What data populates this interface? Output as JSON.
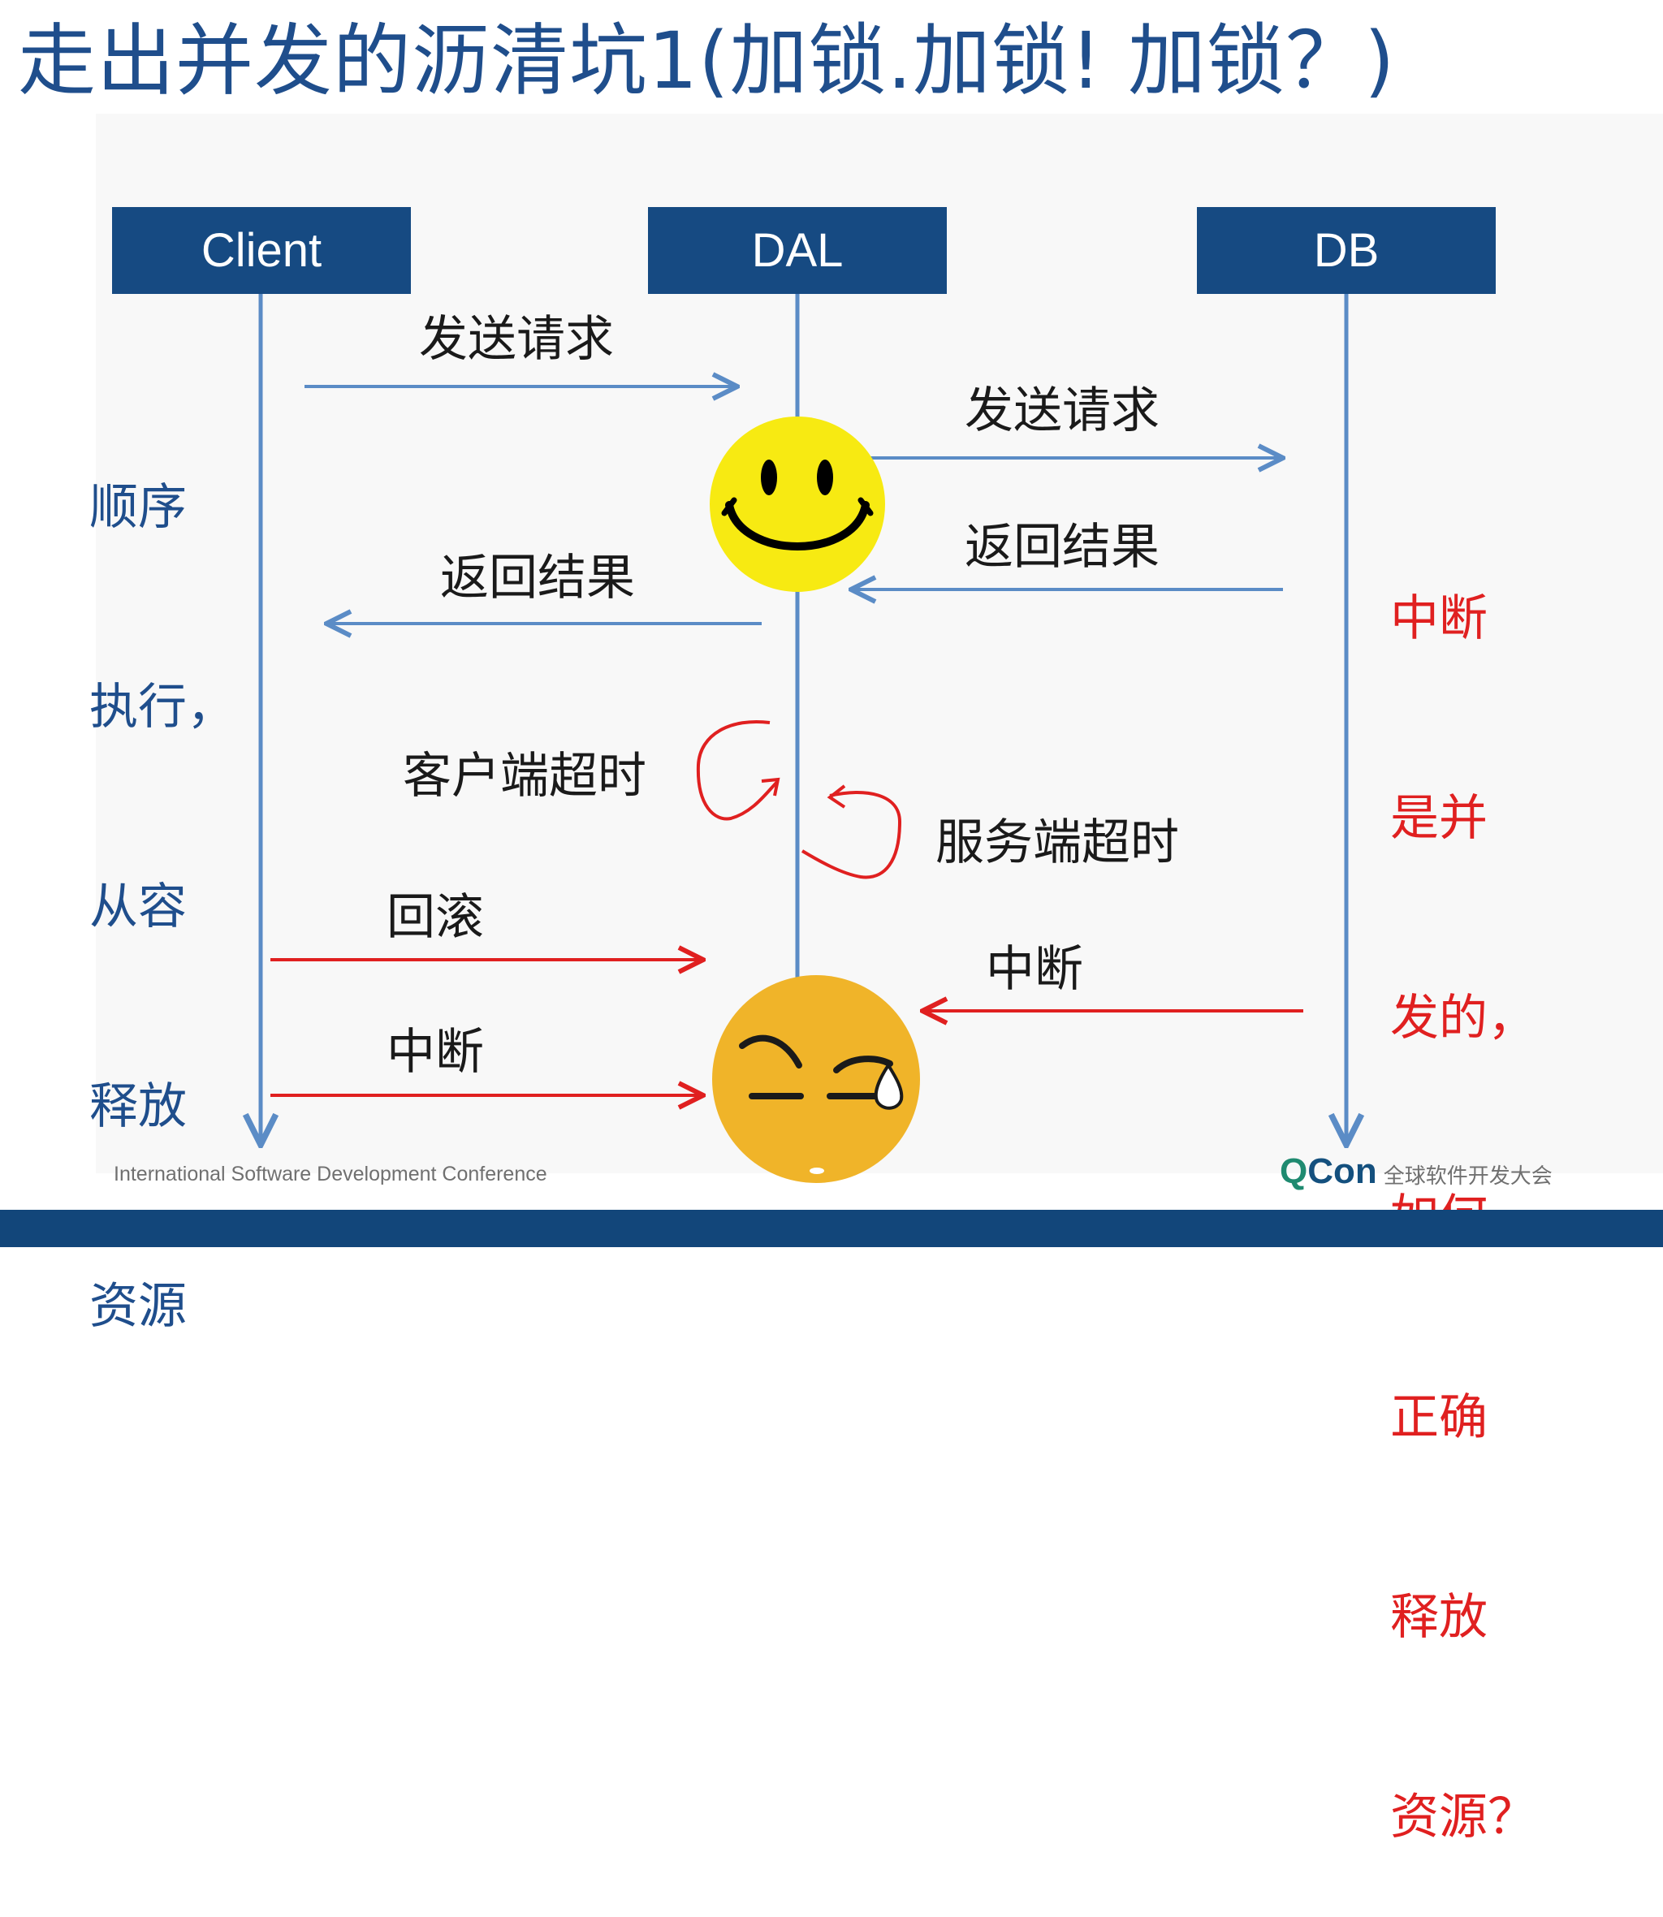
{
  "title": "走出并发的沥清坑1(加锁.加锁! 加锁？)",
  "participants": [
    "Client",
    "DAL",
    "DB"
  ],
  "messages": {
    "client_send": "发送请求",
    "dal_send": "发送请求",
    "db_return": "返回结果",
    "dal_return": "返回结果",
    "client_timeout": "客户端超时",
    "server_timeout": "服务端超时",
    "rollback": "回滚",
    "client_interrupt": "中断",
    "db_interrupt": "中断"
  },
  "notes": {
    "left": [
      "顺序",
      "执行，",
      "从容",
      "释放",
      "资源"
    ],
    "right": [
      "中断",
      "是并",
      "发的，",
      "如何",
      "正确",
      "释放",
      "资源？"
    ]
  },
  "footer": {
    "conference": "International Software Development Conference",
    "brand_q": "Q",
    "brand_con": "Con",
    "brand_sub": "全球软件开发大会"
  },
  "colors": {
    "title": "#1f4e8c",
    "header_box": "#164a82",
    "lifeline": "#5b8cc6",
    "arrow_normal": "#5b8cc6",
    "arrow_error": "#e02020",
    "note_left": "#1f4e8c",
    "note_right": "#e02020",
    "happy_face": "#f7ea12",
    "sad_face": "#f0b429"
  },
  "icons": {
    "happy": "smiley-face-icon",
    "sad": "awkward-sweat-face-icon"
  }
}
